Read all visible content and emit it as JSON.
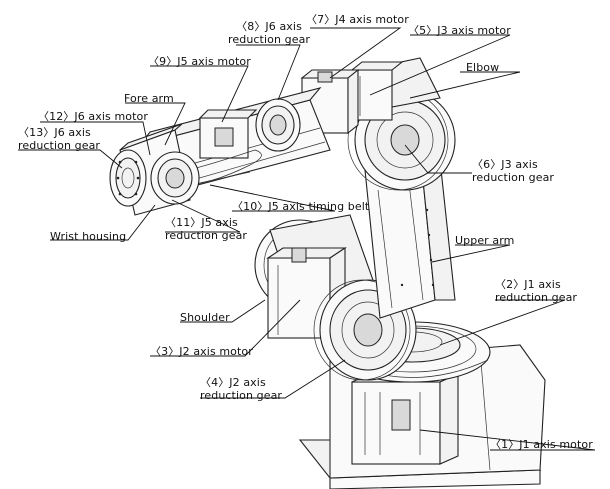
{
  "labels": {
    "l8_line1": "〈8〉J6 axis",
    "l8_line2": "reduction gear",
    "l7": "〈7〉J4 axis motor",
    "l5": "〈5〉J3 axis motor",
    "l9": "〈9〉J5 axis motor",
    "elbow": "Elbow",
    "forearm": "Fore arm",
    "l12": "〈12〉J6 axis motor",
    "l13_line1": "〈13〉J6 axis",
    "l13_line2": "reduction gear",
    "l6_line1": "〈6〉J3 axis",
    "l6_line2": "reduction gear",
    "l10": "〈10〉J5 axis timing belt",
    "l11_line1": "〈11〉J5 axis",
    "l11_line2": "reduction gear",
    "wrist": "Wrist housing",
    "upper_arm": "Upper arm",
    "l2_line1": "〈2〉J1 axis",
    "l2_line2": "reduction gear",
    "shoulder": "Shoulder",
    "l3": "〈3〉J2 axis motor",
    "l4_line1": "〈4〉J2 axis",
    "l4_line2": "reduction gear",
    "l1": "〈1〉J1 axis motor"
  }
}
